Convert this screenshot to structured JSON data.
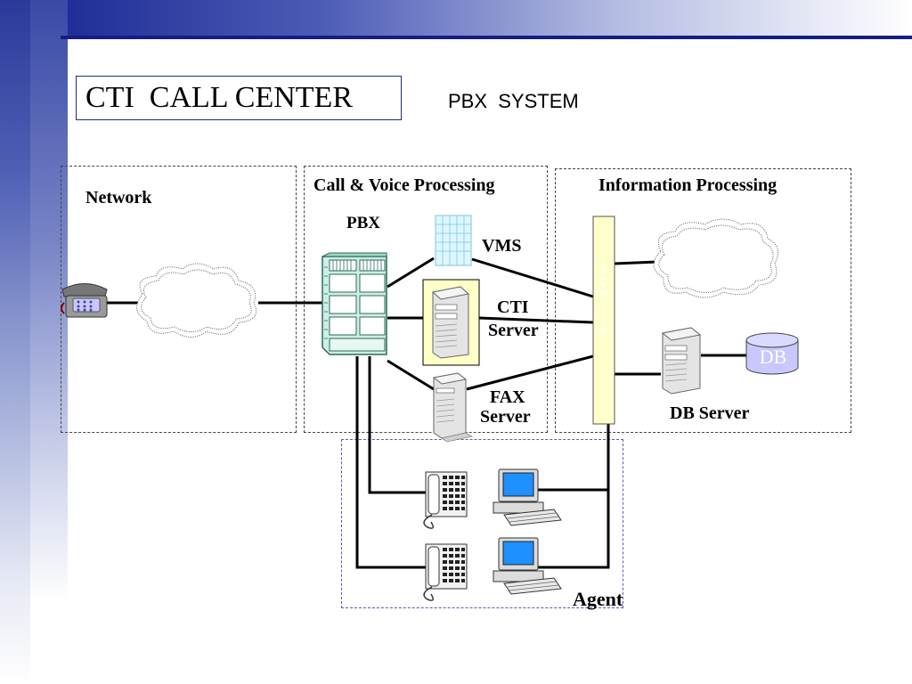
{
  "slide": {
    "title": "CTI  CALL CENTER",
    "subtitle": "PBX  SYSTEM"
  },
  "regions": {
    "network": "Network",
    "call_voice": "Call & Voice Processing",
    "information": "Information Processing",
    "agent": "Agent"
  },
  "nodes": {
    "pbx": "PBX",
    "vms": "VMS",
    "cti_line1": "CTI",
    "cti_line2": "Server",
    "fax_line1": "FAX",
    "fax_line2": "Server",
    "tcp_ip": "T\nC\nP\n/\nI\nP",
    "db": "DB",
    "db_server": "DB Server"
  },
  "colors": {
    "bus_fill": "#ffffcc",
    "db_fill": "#c8c8ff",
    "cti_highlight": "#ffffc8",
    "monitor_screen": "#1e90ff",
    "vms_fill": "#dff6ff",
    "pbx_fill": "#cdeee5",
    "region_border_agent": "#5a5ab8"
  }
}
